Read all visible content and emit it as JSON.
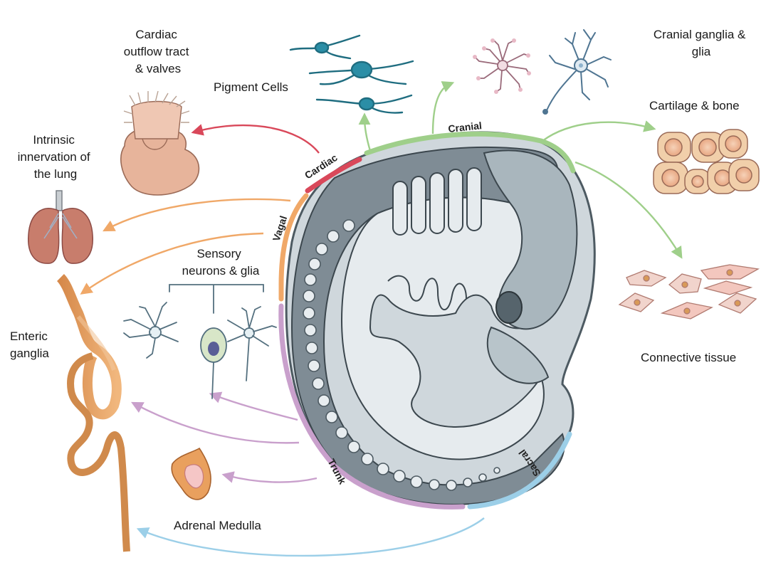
{
  "labels": {
    "cardiac_outflow": [
      "Cardiac",
      "outflow tract",
      "& valves"
    ],
    "pigment": "Pigment Cells",
    "cranial_ganglia": [
      "Cranial ganglia &",
      "glia"
    ],
    "cartilage": "Cartilage & bone",
    "lung": [
      "Intrinsic",
      "innervation of",
      "the lung"
    ],
    "sensory": [
      "Sensory",
      "neurons & glia"
    ],
    "enteric": [
      "Enteric",
      "ganglia"
    ],
    "adrenal": "Adrenal Medulla",
    "connective": "Connective tissue"
  },
  "axial_levels": {
    "cardiac": "Cardiac",
    "cranial": "Cranial",
    "vagal": "Vagal",
    "trunk": "Trunk",
    "sacral": "Sacral"
  },
  "colors": {
    "cranial": "#9fcf8a",
    "cardiac": "#d9485a",
    "vagal": "#f0a868",
    "trunk": "#c9a0cc",
    "sacral": "#9ccfe8",
    "embryo": "#7f8c95",
    "embryo_light": "#dde3e7"
  }
}
